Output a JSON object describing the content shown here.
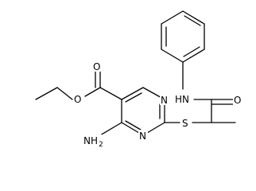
{
  "molecule": {
    "atoms": {
      "O_carbonyl_ester": "O",
      "O_ether_ester": "O",
      "N_ring_top": "N",
      "N_ring_bottom": "N",
      "amine": "NH",
      "amine_sub": "2",
      "S": "S",
      "NH_amide": "HN",
      "O_amide": "O"
    }
  }
}
